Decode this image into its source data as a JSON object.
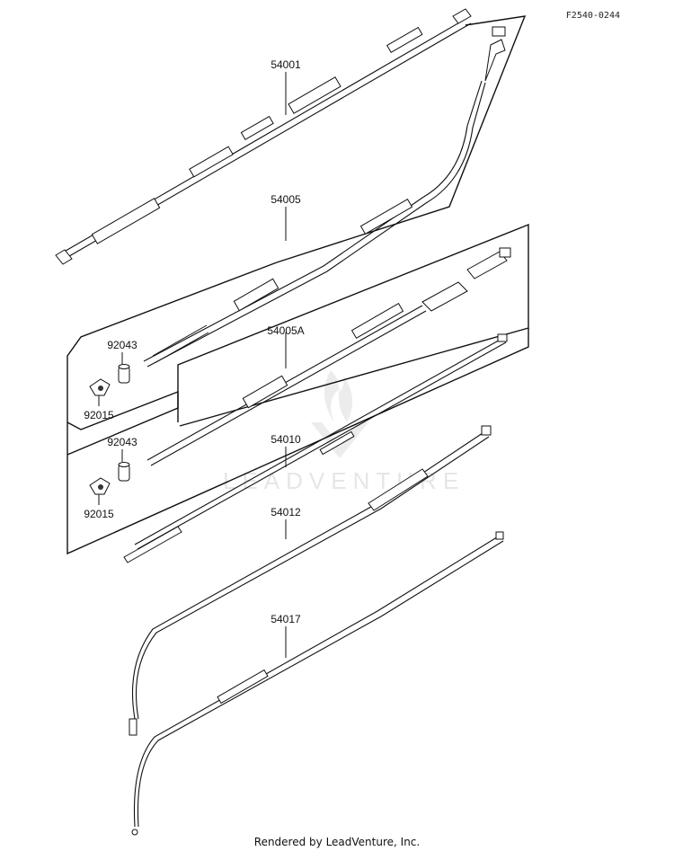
{
  "figure_code": "F2540-0244",
  "footer": "Rendered by LeadVenture, Inc.",
  "watermark": "LEADVENTURE",
  "part_labels": {
    "p54001": "54001",
    "p54005": "54005",
    "p54005A": "54005A",
    "p92043_upper": "92043",
    "p92015_upper": "92015",
    "p92043_lower": "92043",
    "p92015_lower": "92015",
    "p54010": "54010",
    "p54012": "54012",
    "p54017": "54017"
  }
}
